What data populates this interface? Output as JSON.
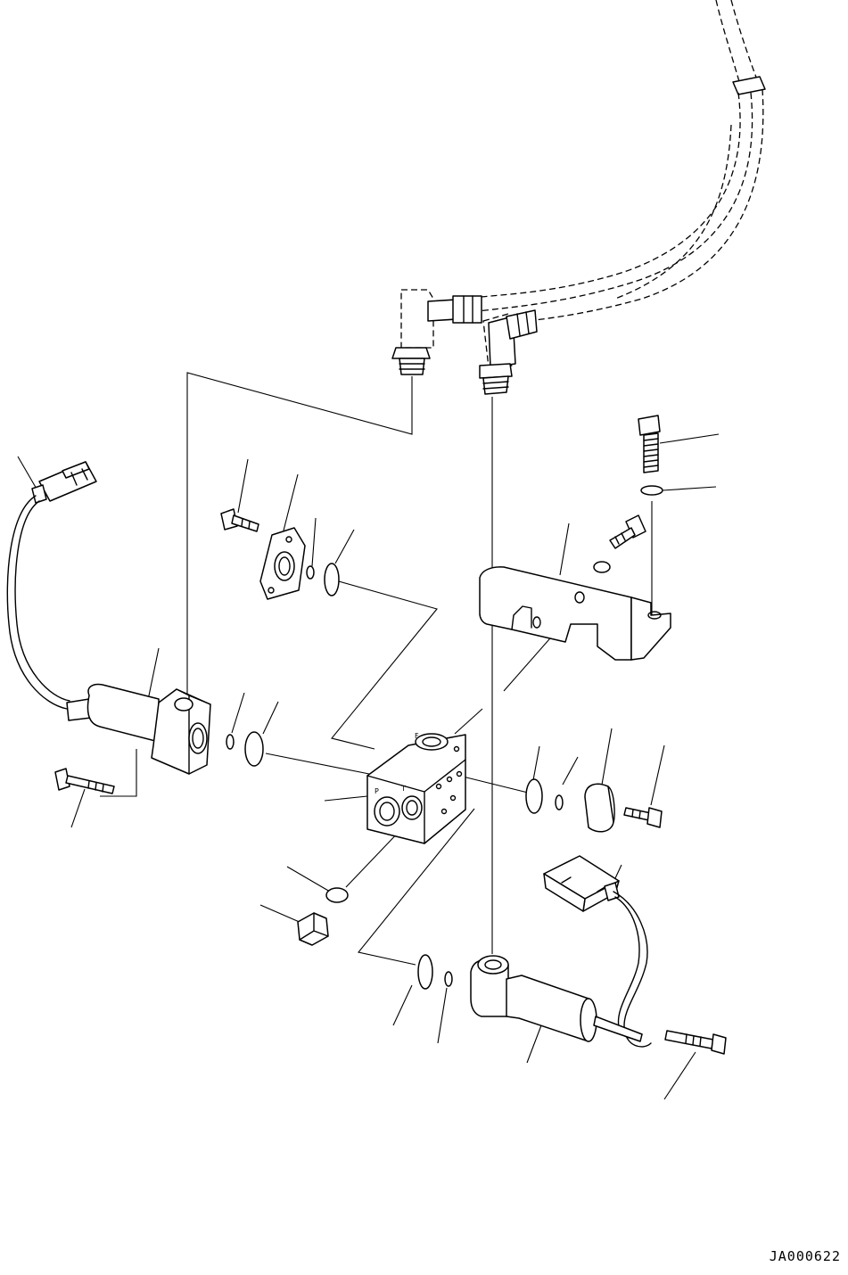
{
  "drawing": {
    "code": "JA000622",
    "port_labels": {
      "pilot": "P",
      "tank": "T",
      "upper": "F"
    }
  }
}
